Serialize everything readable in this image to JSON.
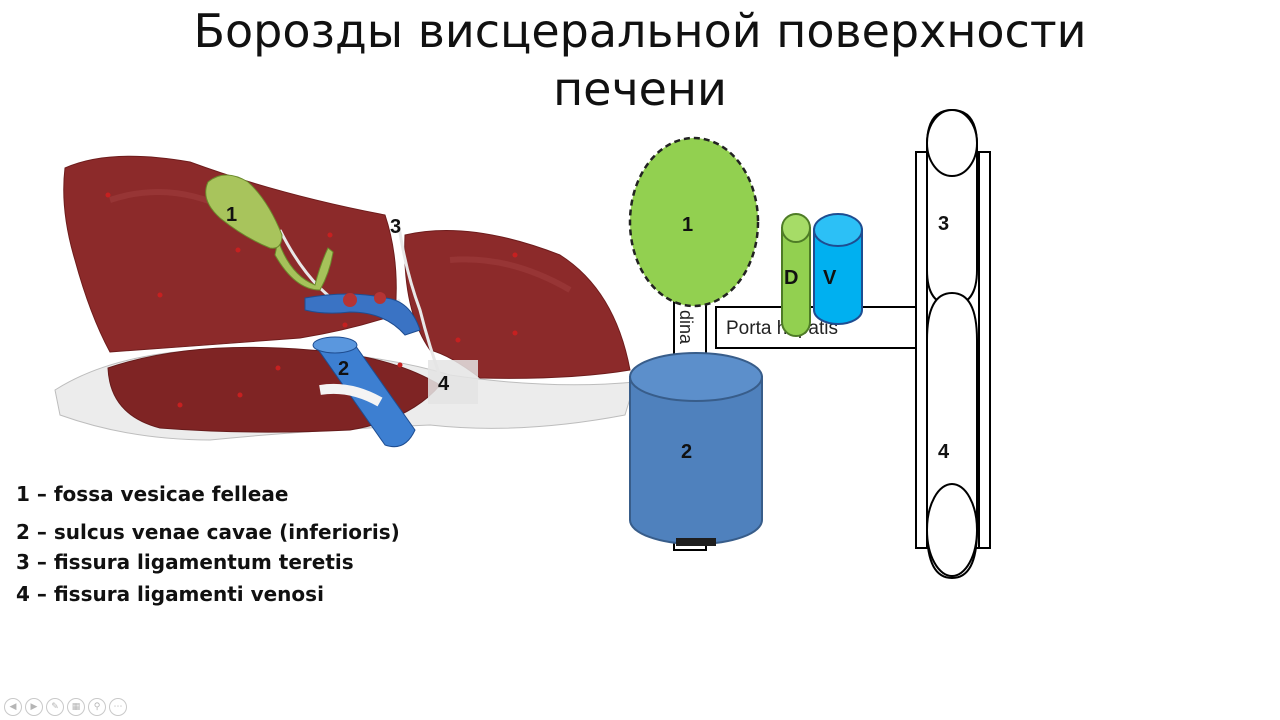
{
  "slide": {
    "title_line1": "Борозды висцеральной поверхности",
    "title_line2": "печени"
  },
  "illustration": {
    "labels": [
      "1",
      "2",
      "3",
      "4"
    ]
  },
  "legend": [
    "1 – fossa vesicae felleae",
    "2 – sulcus venae cavae (inferioris)",
    "3 – fissura ligamentum teretis",
    "4 – fissura ligamenti  venosi"
  ],
  "scheme": {
    "gallbladder_label": "1",
    "vena_cava_label": "2",
    "teres_label": "3",
    "venosum_label": "4",
    "duct_label": "D",
    "vein_label": "V",
    "porta_label": "Porta hepatis",
    "vertical_label": "dina",
    "colors": {
      "gallbladder": "#92d050",
      "vena_cava": "#4f81bd",
      "duct": "#92d050",
      "vein": "#00b0f0"
    }
  },
  "controls": [
    "prev-icon",
    "next-icon",
    "pen-icon",
    "slides-icon",
    "zoom-icon",
    "more-icon"
  ]
}
